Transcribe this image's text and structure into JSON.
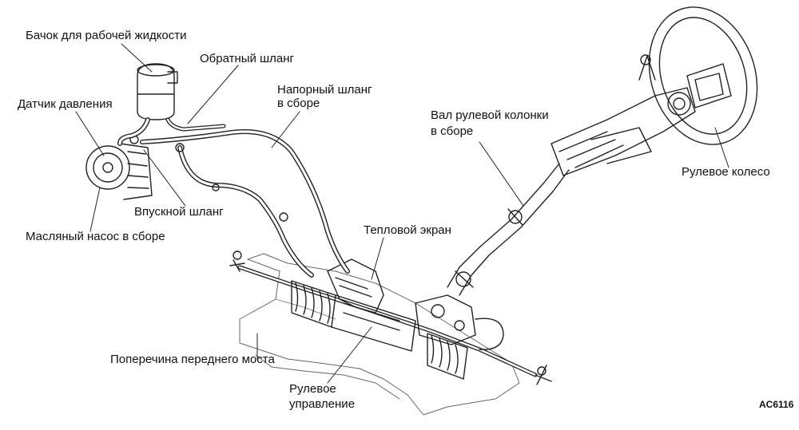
{
  "labels": {
    "reservoir": "Бачок для рабочей жидкости",
    "return_hose": "Обратный шланг",
    "pressure_hose_1": "Напорный шланг",
    "pressure_hose_2": "в сборе",
    "pressure_sensor": "Датчик давления",
    "column_shaft_1": "Вал рулевой колонки",
    "column_shaft_2": "в сборе",
    "steering_wheel": "Рулевое колесо",
    "intake_hose": "Впускной шланг",
    "oil_pump": "Масляный насос в сборе",
    "heat_shield": "Тепловой экран",
    "crossmember": "Поперечина переднего моста",
    "steering_gear_1": "Рулевое",
    "steering_gear_2": "управление"
  },
  "figure_code": "AC6116"
}
